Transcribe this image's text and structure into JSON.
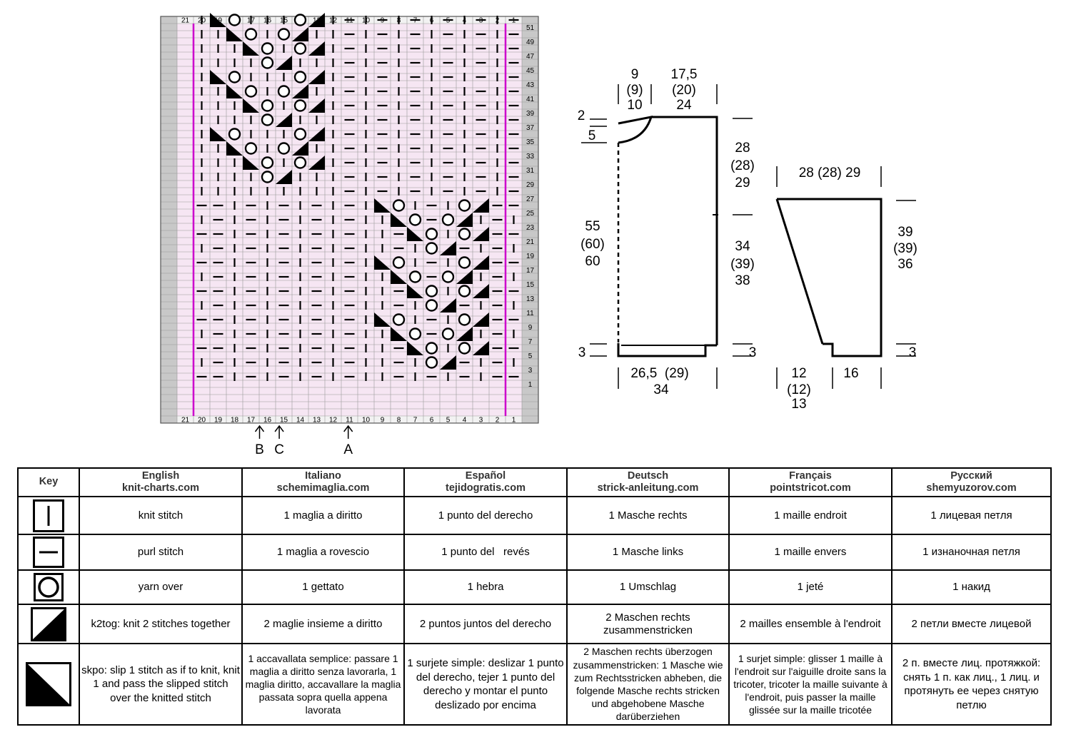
{
  "chart": {
    "column_numbers": [
      "21",
      "20",
      "19",
      "18",
      "17",
      "16",
      "15",
      "14",
      "13",
      "12",
      "11",
      "10",
      "9",
      "8",
      "7",
      "6",
      "5",
      "4",
      "3",
      "2",
      "1"
    ],
    "row_numbers": [
      "51",
      "49",
      "47",
      "45",
      "43",
      "41",
      "39",
      "37",
      "35",
      "33",
      "31",
      "29",
      "27",
      "25",
      "23",
      "21",
      "19",
      "17",
      "15",
      "13",
      "11",
      "9",
      "7",
      "5",
      "3",
      "1"
    ],
    "arrows": [
      {
        "label": "B",
        "column": 17
      },
      {
        "label": "C",
        "column": 15.8
      },
      {
        "label": "A",
        "column": 11.6
      }
    ],
    "colors": {
      "grid_background": "#f6e6f3",
      "repeat_line": "#cc00cc",
      "border_cell": "#c8c8c8"
    }
  },
  "schematic": {
    "body": {
      "top_left": [
        "9",
        "(9)",
        "10"
      ],
      "top_right": [
        "17,5",
        "(20)",
        "24"
      ],
      "neck_top": "2",
      "neck_depth": "5",
      "left_length": [
        "55",
        "(60)",
        "60"
      ],
      "right_upper": [
        "28",
        "(28)",
        "29"
      ],
      "right_lower": [
        "34",
        "(39)",
        "38"
      ],
      "hem_left": "3",
      "hem_right": "3",
      "bottom_width": [
        "26,5  (29)",
        "34"
      ]
    },
    "sleeve": {
      "top_width": "28 (28) 29",
      "length": [
        "39",
        "(39)",
        "36"
      ],
      "hem": "3",
      "bottom_left": [
        "12",
        "(12)",
        "13"
      ],
      "bottom_right": "16"
    }
  },
  "key": {
    "headers": [
      {
        "line1": "Key",
        "line2": ""
      },
      {
        "line1": "English",
        "line2": "knit-charts.com"
      },
      {
        "line1": "Italiano",
        "line2": "schemimaglia.com"
      },
      {
        "line1": "Español",
        "line2": "tejidogratis.com"
      },
      {
        "line1": "Deutsch",
        "line2": "strick-anleitung.com"
      },
      {
        "line1": "Français",
        "line2": "pointstricot.com"
      },
      {
        "line1": "Русский",
        "line2": "shemyuzorov.com"
      }
    ],
    "rows": [
      {
        "symbol": "knit",
        "cells": [
          "knit stitch",
          "1 maglia a diritto",
          "1 punto del derecho",
          "1 Masche rechts",
          "1 maille endroit",
          "1 лицевая петля"
        ]
      },
      {
        "symbol": "purl",
        "cells": [
          "purl stitch",
          "1 maglia a rovescio",
          "1 punto del   revés",
          "1 Masche links",
          "1 maille envers",
          "1 изнаночная петля"
        ]
      },
      {
        "symbol": "yo",
        "cells": [
          "yarn over",
          "1 gettato",
          "1 hebra",
          "1 Umschlag",
          "1 jeté",
          "1 накид"
        ]
      },
      {
        "symbol": "k2tog",
        "cells": [
          "k2tog: knit 2 stitches together",
          "2 maglie insieme a diritto",
          "2 puntos juntos del derecho",
          "2 Maschen rechts zusammenstricken",
          "2 mailles ensemble à l'endroit",
          "2 петли вместе лицевой"
        ]
      },
      {
        "symbol": "skpo",
        "cells": [
          "skpo: slip 1 stitch as if to knit, knit 1 and pass the slipped stitch over the knitted stitch",
          "1 accavallata semplice: passare 1 maglia a diritto senza lavorarla, 1 maglia diritto, accavallare la maglia passata sopra quella appena lavorata",
          "1 surjete simple: deslizar 1 punto del derecho, tejer 1 punto del derecho y montar el punto deslizado por encima",
          "2 Maschen rechts überzogen zusammenstricken: 1 Masche wie zum Rechtsstricken abheben, die folgende Masche rechts stricken und abgehobene Masche darüberziehen",
          "1 surjet simple: glisser 1 maille à l'endroit sur l'aiguille droite sans la tricoter, tricoter la maille suivante à l'endroit, puis passer la maille glissée sur la maille tricotée",
          "2 п. вместе лиц. протяжкой: снять 1 п. как лиц., 1 лиц. и протянуть ее через снятую петлю"
        ]
      }
    ]
  }
}
